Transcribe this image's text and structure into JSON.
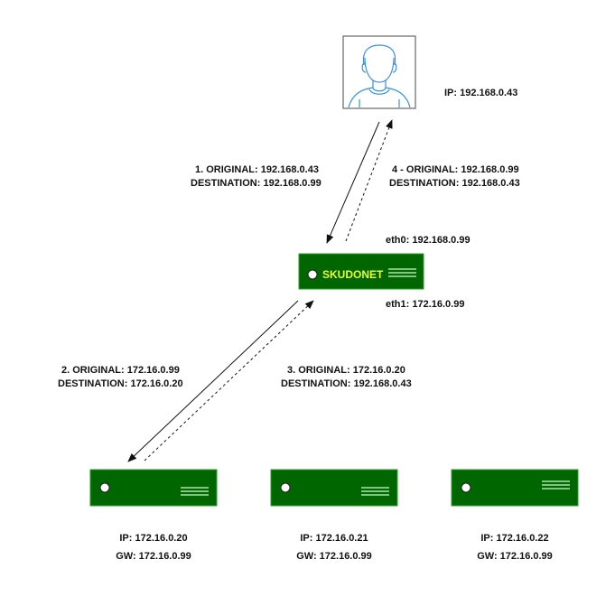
{
  "client": {
    "ip": "IP: 192.168.0.43",
    "icon": "user-avatar-icon"
  },
  "balancer": {
    "name": "SKUDONET",
    "eth0": "eth0: 192.168.0.99",
    "eth1": "eth1: 172.16.0.99"
  },
  "steps": [
    {
      "line1": "1. ORIGINAL: 192.168.0.43",
      "line2": "DESTINATION: 192.168.0.99"
    },
    {
      "line1": "2. ORIGINAL: 172.16.0.99",
      "line2": "DESTINATION: 172.16.0.20"
    },
    {
      "line1": "3. ORIGINAL: 172.16.0.20",
      "line2": "DESTINATION: 192.168.0.43"
    },
    {
      "line1": "4 - ORIGINAL: 192.168.0.99",
      "line2": "DESTINATION: 192.168.0.43"
    }
  ],
  "servers": [
    {
      "ip": "IP: 172.16.0.20",
      "gw": "GW: 172.16.0.99"
    },
    {
      "ip": "IP: 172.16.0.21",
      "gw": "GW: 172.16.0.99"
    },
    {
      "ip": "IP: 172.16.0.22",
      "gw": "GW: 172.16.0.99"
    }
  ],
  "colors": {
    "node_fill": "#006600",
    "node_border": "#2e9e2e",
    "label": "#e6ff33",
    "user_icon": "#3b8fd9"
  }
}
